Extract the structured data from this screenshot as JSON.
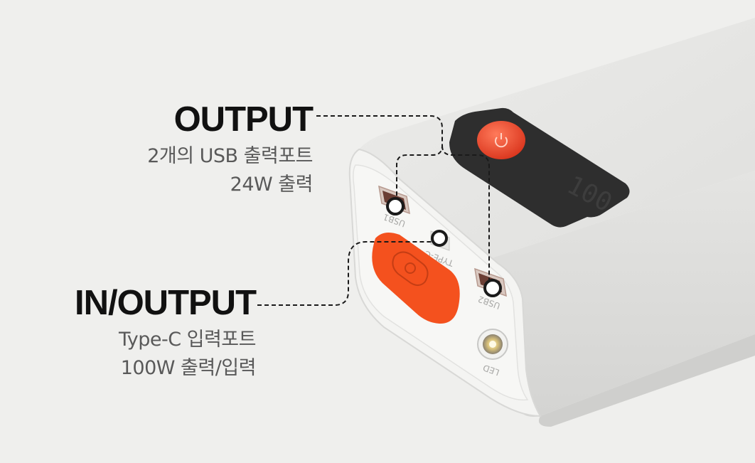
{
  "output": {
    "heading": "OUTPUT",
    "line1": "2개의 USB 출력포트",
    "line2": "24W 출력"
  },
  "inout": {
    "heading": "IN/OUTPUT",
    "line1": "Type-C 입력포트",
    "line2": "100W 출력/입력"
  },
  "port_labels": {
    "usb1": "USB1",
    "usb2": "USB2",
    "typec": "TYPE-C",
    "light": "LED"
  },
  "colors": {
    "background": "#efefed",
    "body": "#e6e6e4",
    "accent_orange": "#f4511e",
    "power_red": "#e8452c",
    "panel_dark": "#2e2e2e"
  },
  "icons": {
    "power": "power-icon"
  }
}
